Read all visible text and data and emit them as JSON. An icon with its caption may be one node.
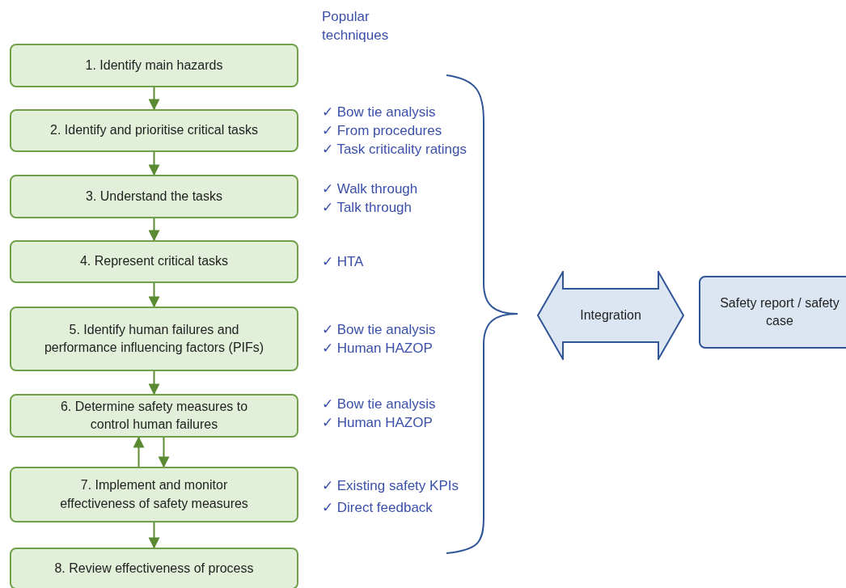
{
  "diagram": {
    "nodes": [
      {
        "text": [
          "1. Identify main hazards"
        ]
      },
      {
        "text": [
          "2. Identify and prioritise critical tasks"
        ]
      },
      {
        "text": [
          "3. Understand the tasks"
        ]
      },
      {
        "text": [
          "4. Represent critical tasks"
        ]
      },
      {
        "text": [
          "5. Identify human failures and performance influencing factors (PIFs)"
        ]
      },
      {
        "text": [
          "6. Determine safety measures to control human failures"
        ]
      },
      {
        "text": [
          "7. Implement and monitor effectiveness of safety measures"
        ]
      },
      {
        "text": [
          "8. Review effectiveness of process"
        ]
      },
      {
        "text": [
          "Integration"
        ]
      },
      {
        "text": [
          "Safety report / safety case"
        ]
      }
    ],
    "edges": [
      {
        "from": 0,
        "to": 1,
        "arrow": "to"
      },
      {
        "from": 1,
        "to": 2,
        "arrow": "to"
      },
      {
        "from": 2,
        "to": 3,
        "arrow": "to"
      },
      {
        "from": 3,
        "to": 4,
        "arrow": "to"
      },
      {
        "from": 4,
        "to": 5,
        "arrow": "to"
      },
      {
        "from": 5,
        "to": 6,
        "arrow": "to"
      },
      {
        "from": 6,
        "to": 5,
        "arrow": "to"
      },
      {
        "from": 6,
        "to": 7,
        "arrow": "to"
      }
    ],
    "labels": [
      "Popular techniques",
      "✓ Bow tie analysis",
      "✓ From procedures",
      "✓ Task criticality ratings",
      "✓ Walk through",
      "✓ Talk through",
      "✓ HTA",
      "✓ Bow tie analysis",
      "✓ Human HAZOP",
      "✓ Bow tie analysis",
      "✓ Human HAZOP",
      "✓ Existing safety KPIs",
      "✓ Direct feedback"
    ]
  }
}
